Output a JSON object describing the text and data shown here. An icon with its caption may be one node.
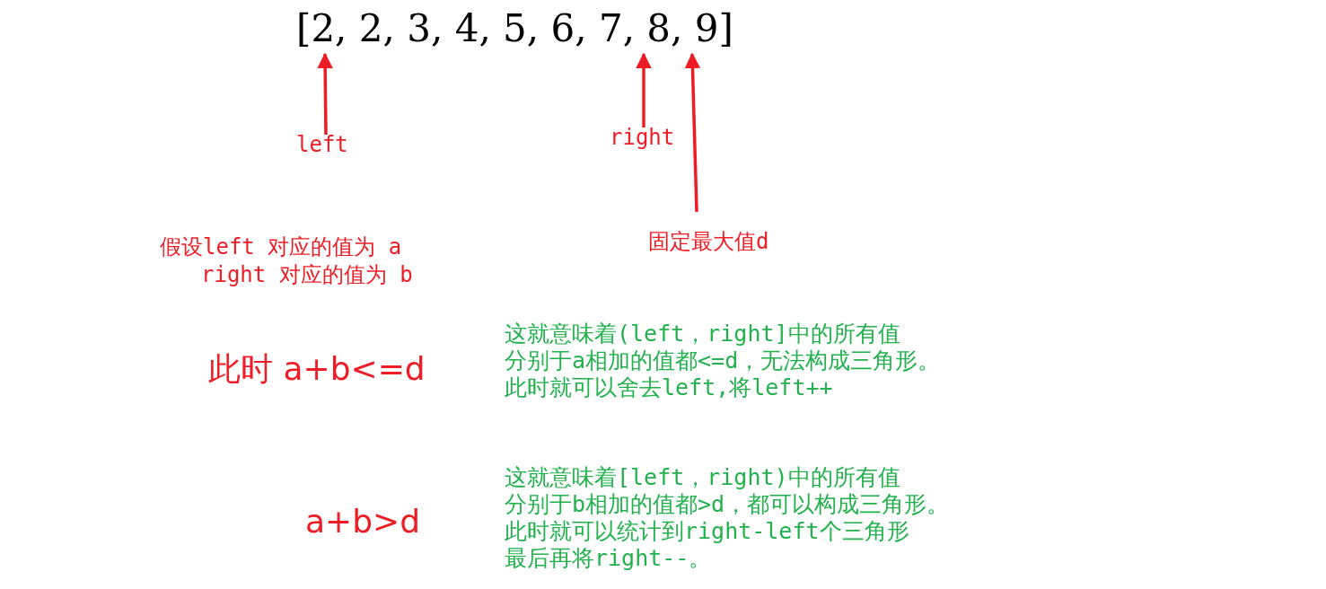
{
  "diagram": {
    "nodes": [
      {
        "text": [
          "[2, 2, 3, 4, 5, 6, 7, 8, 9]"
        ]
      },
      {
        "text": [
          "left"
        ]
      },
      {
        "text": [
          "right"
        ]
      },
      {
        "text": [
          "固定最大值d"
        ]
      }
    ],
    "edges": [
      {
        "from": 1,
        "to": 0,
        "arrow": "to"
      },
      {
        "from": 2,
        "to": 0,
        "arrow": "to"
      },
      {
        "from": 3,
        "to": 0,
        "arrow": "to"
      }
    ],
    "labels": [
      "假设left 对应的值为 a",
      "right 对应的值为 b",
      "这就意味着(left，right]中的所有值",
      "此时 a+b<=d",
      "分别于a相加的值都<=d，无法构成三角形。",
      "此时就可以舍去left,将left++",
      "这就意味着[left，right)中的所有值",
      "分别于b相加的值都>d，都可以构成三角形。",
      "a+b>d",
      "此时就可以统计到right-left个三角形",
      "最后再将right--。"
    ]
  }
}
